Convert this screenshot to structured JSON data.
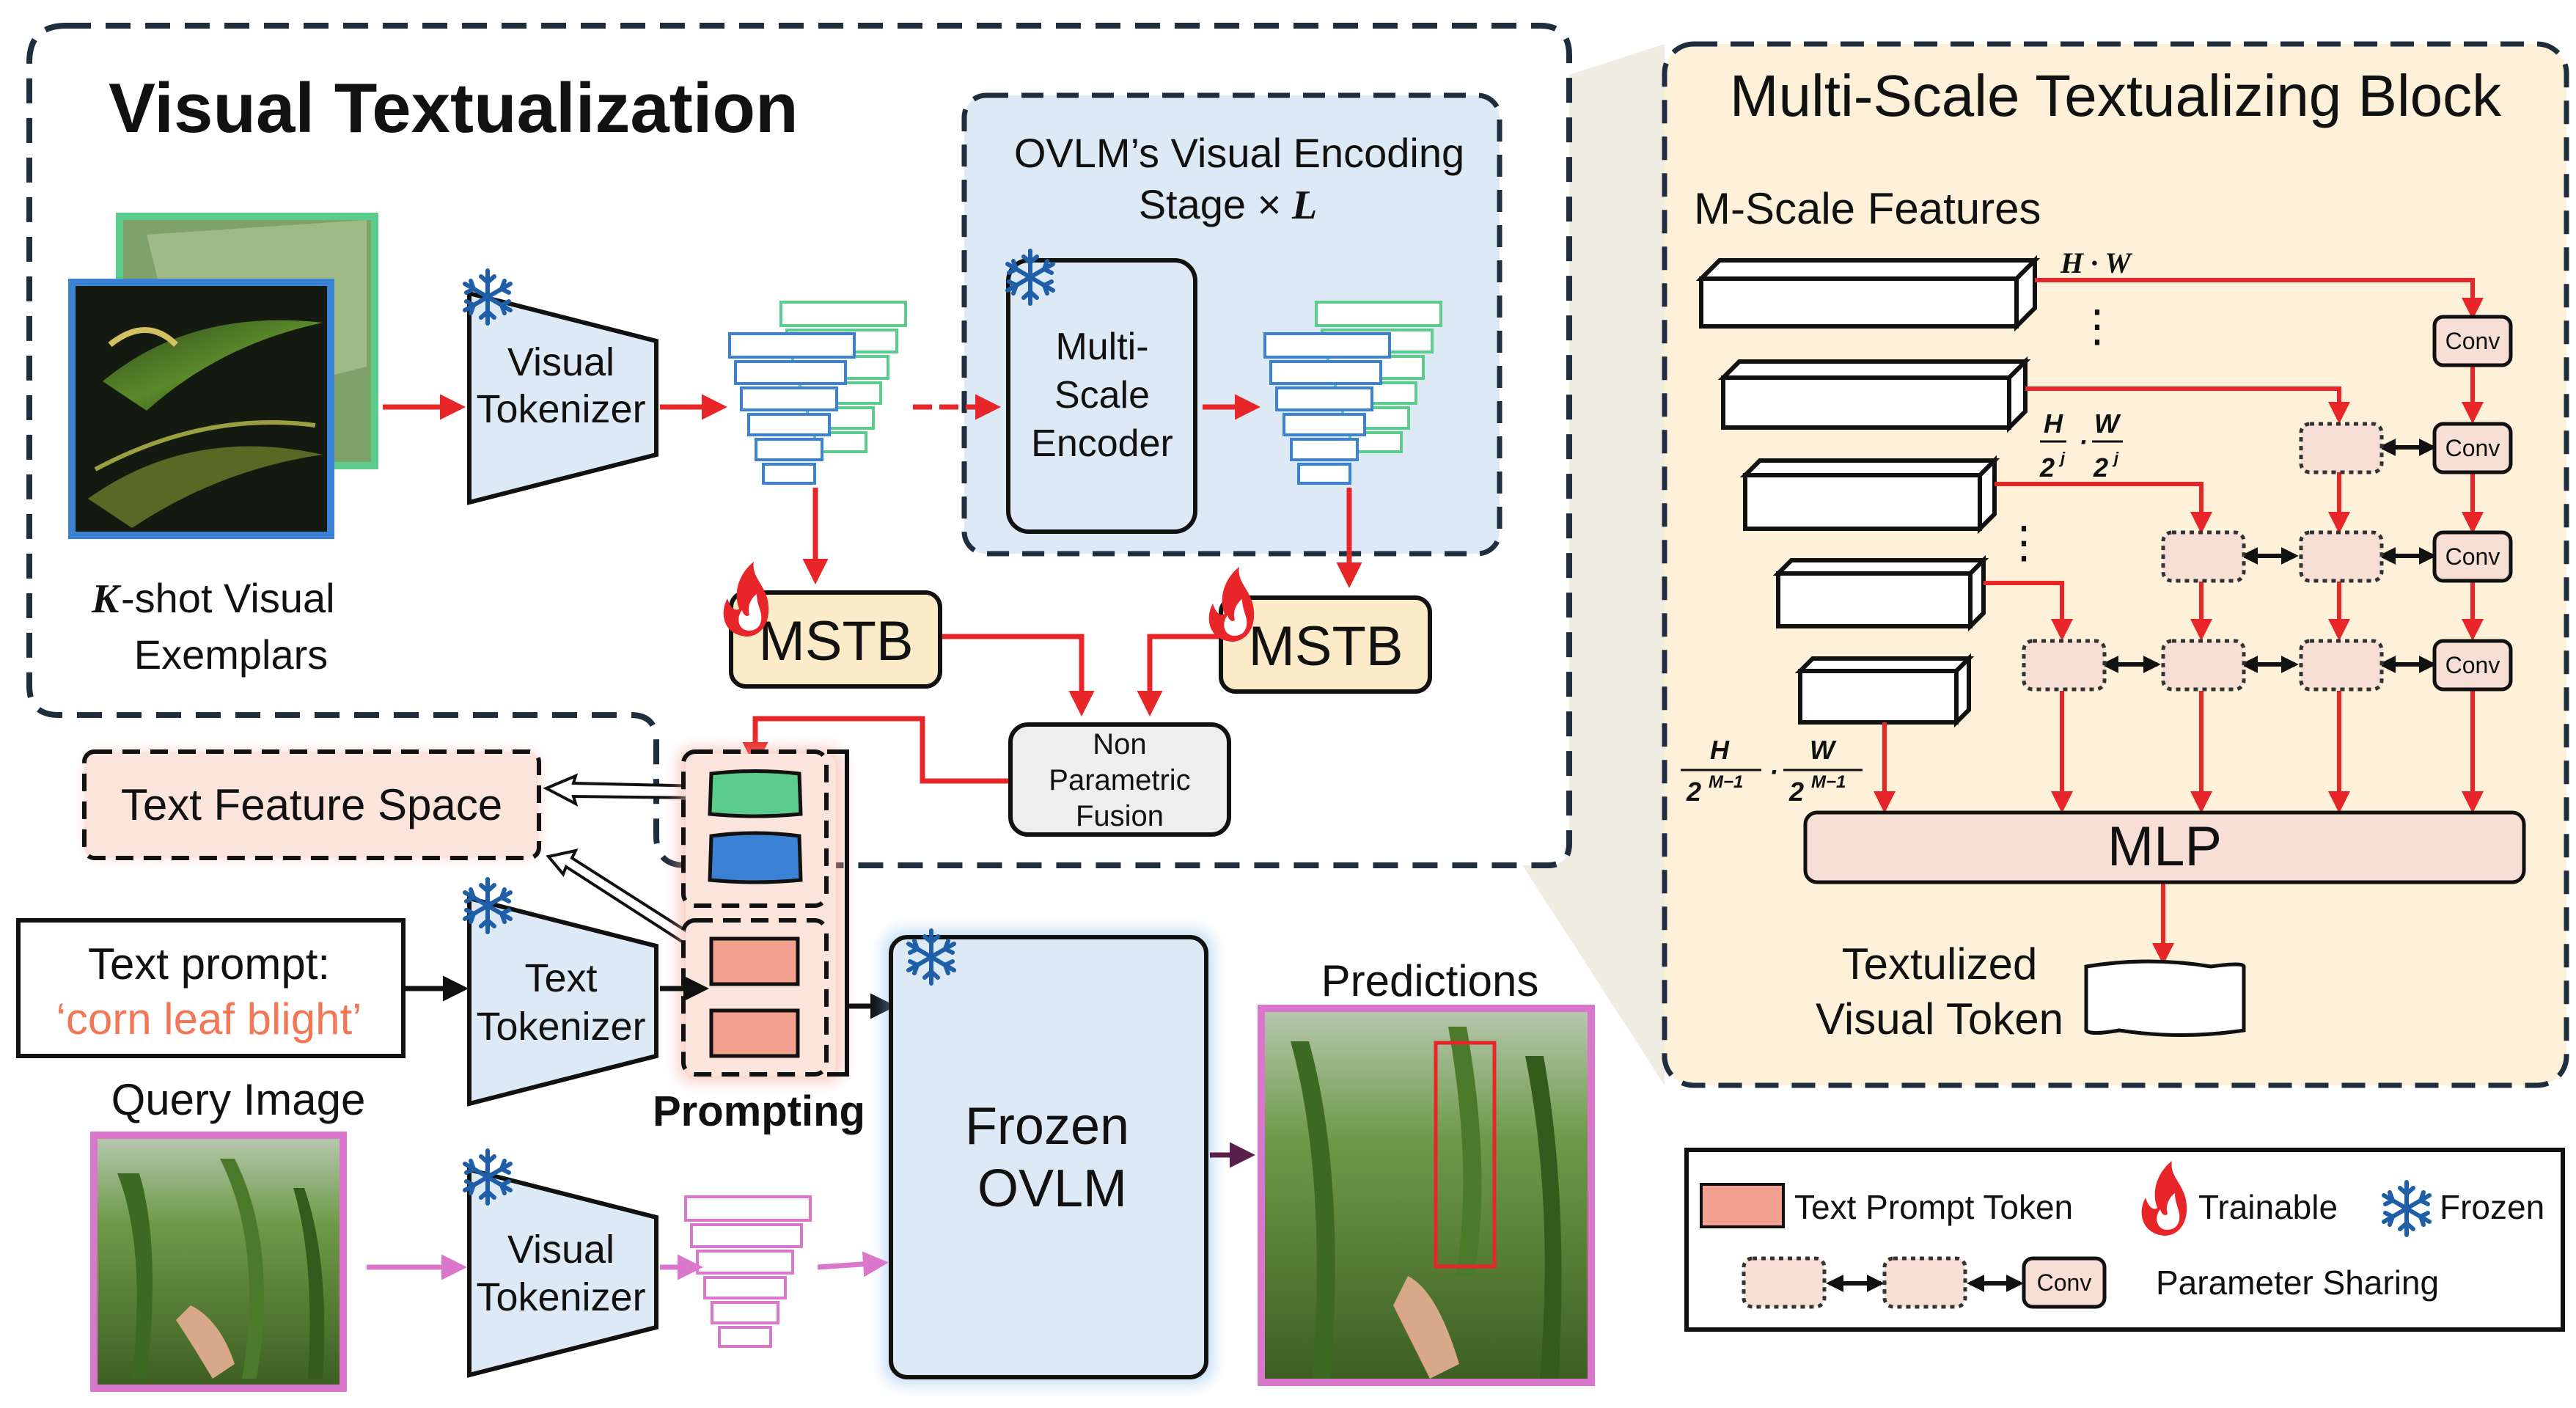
{
  "visual_textualization": {
    "title": "Visual Textualization",
    "exemplars_label_k": "K",
    "exemplars_label_line1": "-shot Visual",
    "exemplars_label_line2": "Exemplars",
    "visual_tokenizer_line1": "Visual",
    "visual_tokenizer_line2": "Tokenizer",
    "encoding_stage_line1": "OVLM’s Visual Encoding",
    "encoding_stage_line2_text": "Stage × ",
    "encoding_stage_line2_var": "L",
    "encoder_line1": "Multi-",
    "encoder_line2": "Scale",
    "encoder_line3": "Encoder",
    "mstb_label": "MSTB",
    "fusion_line1": "Non",
    "fusion_line2": "Parametric",
    "fusion_line3": "Fusion"
  },
  "text_branch": {
    "text_feature_space": "Text Feature Space",
    "prompt_label": "Text prompt:",
    "prompt_value": "‘corn leaf blight’",
    "text_tokenizer_line1": "Text",
    "text_tokenizer_line2": "Tokenizer",
    "prompting_label": "Prompting"
  },
  "query": {
    "query_image_label": "Query Image",
    "visual_tokenizer_line1": "Visual",
    "visual_tokenizer_line2": "Tokenizer",
    "frozen_ovlm_line1": "Frozen",
    "frozen_ovlm_line2": "OVLM",
    "predictions_label": "Predictions"
  },
  "mstb_block": {
    "title": "Multi-Scale Textualizing Block",
    "features_label": "M-Scale Features",
    "hw_label": "H · W",
    "frac_j_h": "H",
    "frac_j_den": "2",
    "frac_j_exp": "j",
    "frac_j_w": "W",
    "frac_m_h": "H",
    "frac_m_den": "2",
    "frac_m_exp": "M−1",
    "frac_m_w": "W",
    "dot": "·",
    "conv_label": "Conv",
    "mlp_label": "MLP",
    "output_line1": "Textulized",
    "output_line2": "Visual Token"
  },
  "legend": {
    "text_prompt_token": "Text Prompt Token",
    "trainable": "Trainable",
    "frozen": "Frozen",
    "conv": "Conv",
    "parameter_sharing": "Parameter Sharing"
  },
  "colors": {
    "arrow_red": "#e8262a",
    "panel_blue": "#dde9f5",
    "panel_yellow": "#fdf1d9",
    "mstb_fill": "#fcebc8",
    "token_green": "#5ccc8c",
    "token_blue": "#3b82d6",
    "token_salmon": "#f2a08f",
    "conv_fill": "#f8dfd6",
    "pink": "#d977cc",
    "frozen_blue": "#1f5fa8"
  }
}
